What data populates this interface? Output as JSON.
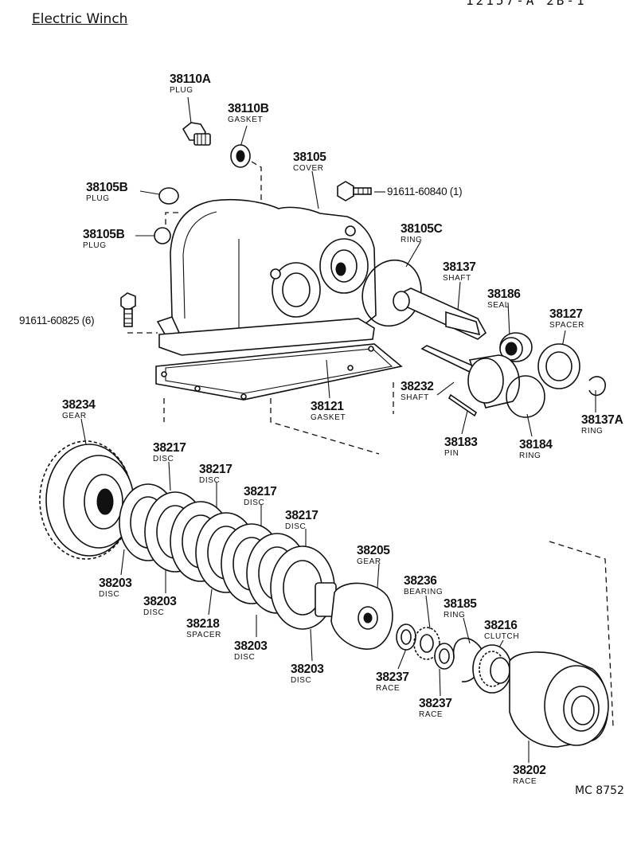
{
  "title": "Electric Winch",
  "header_code": "12157-A  2B-1",
  "diagram_code": "MC  8752",
  "callouts": [
    {
      "number": "38110A",
      "name": "PLUG"
    },
    {
      "number": "38110B",
      "name": "GASKET"
    },
    {
      "number": "38105",
      "name": "COVER"
    },
    {
      "number": "38105B",
      "name": "PLUG"
    },
    {
      "number": "91611-60840 (1)",
      "name": ""
    },
    {
      "number": "38105B",
      "name": "PLUG"
    },
    {
      "number": "38105C",
      "name": "RING"
    },
    {
      "number": "38137",
      "name": "SHAFT"
    },
    {
      "number": "38186",
      "name": "SEAL"
    },
    {
      "number": "38127",
      "name": "SPACER"
    },
    {
      "number": "91611-60825 (6)",
      "name": ""
    },
    {
      "number": "38232",
      "name": "SHAFT"
    },
    {
      "number": "38121",
      "name": "GASKET"
    },
    {
      "number": "38137A",
      "name": "RING"
    },
    {
      "number": "38183",
      "name": "PIN"
    },
    {
      "number": "38184",
      "name": "RING"
    },
    {
      "number": "38234",
      "name": "GEAR"
    },
    {
      "number": "38217",
      "name": "DISC"
    },
    {
      "number": "38217",
      "name": "DISC"
    },
    {
      "number": "38217",
      "name": "DISC"
    },
    {
      "number": "38217",
      "name": "DISC"
    },
    {
      "number": "38205",
      "name": "GEAR"
    },
    {
      "number": "38203",
      "name": "DISC"
    },
    {
      "number": "38236",
      "name": "BEARING"
    },
    {
      "number": "38185",
      "name": "RING"
    },
    {
      "number": "38203",
      "name": "DISC"
    },
    {
      "number": "38216",
      "name": "CLUTCH"
    },
    {
      "number": "38218",
      "name": "SPACER"
    },
    {
      "number": "38203",
      "name": "DISC"
    },
    {
      "number": "38203",
      "name": "DISC"
    },
    {
      "number": "38237",
      "name": "RACE"
    },
    {
      "number": "38237",
      "name": "RACE"
    },
    {
      "number": "38202",
      "name": "RACE"
    }
  ]
}
